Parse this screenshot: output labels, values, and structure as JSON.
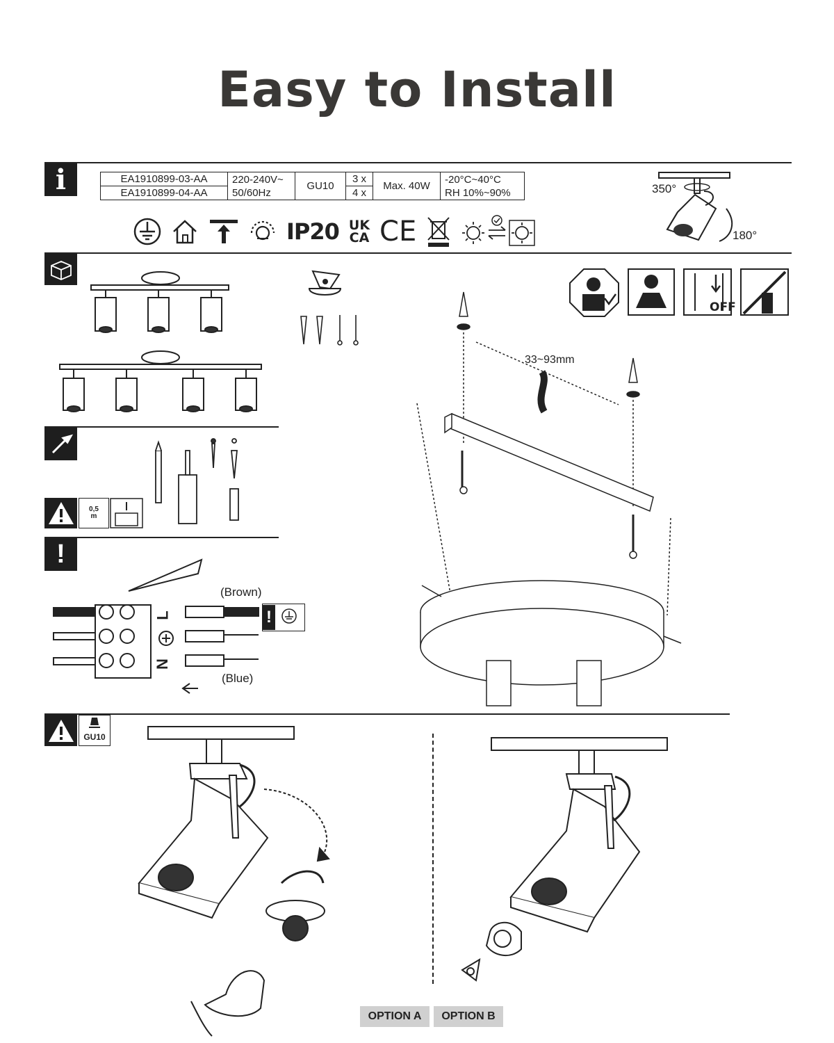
{
  "page": {
    "title": "Easy to Install"
  },
  "spec_table": {
    "model_a": "EA1910899-03-AA",
    "model_b": "EA1910899-04-AA",
    "voltage_line1": "220-240V~",
    "voltage_line2": "50/60Hz",
    "socket": "GU10",
    "qty_a": "3 x",
    "qty_b": "4 x",
    "max_power": "Max. 40W",
    "temp": "-20°C~40°C",
    "humidity": "RH 10%~90%"
  },
  "cert_icons": {
    "ip_rating": "IP20",
    "ukca_top": "UK",
    "ukca_bottom": "CA",
    "ce": "CE"
  },
  "rotation": {
    "horizontal": "350°",
    "vertical": "180°"
  },
  "safety_icons": {
    "off_label": "OFF"
  },
  "warning": {
    "distance": "0,5",
    "distance_unit": "m"
  },
  "mounting": {
    "spacing": "33~93mm"
  },
  "wiring": {
    "brown": "(Brown)",
    "blue": "(Blue)",
    "live": "L",
    "neutral": "N"
  },
  "bulb": {
    "socket_label": "GU10"
  },
  "options": {
    "a": "OPTION A",
    "b": "OPTION B"
  }
}
